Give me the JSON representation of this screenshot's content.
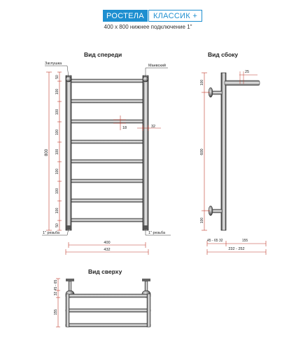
{
  "header": {
    "brand": "РОСТЕЛА",
    "model": "КЛАССИК +",
    "subtitle": "400 х 800 нижнее подключение 1\""
  },
  "views": {
    "front": "Вид спереди",
    "side": "Вид сбоку",
    "top": "Вид сверху"
  },
  "front": {
    "plug_label": "Заглушка",
    "valve_label": "Маевский",
    "thread_left": "1\" резьба",
    "thread_right": "1\" резьба",
    "height_dim": "800",
    "edge_dim_top": "50",
    "edge_dim_bottom": "50",
    "spacings": [
      "100",
      "100",
      "100",
      "100",
      "100",
      "100",
      "100"
    ],
    "rung_dim": "18",
    "tube_dim": "32",
    "inner_width": "400",
    "outer_width": "432"
  },
  "side": {
    "offset_dim": "25",
    "top_dim": "100",
    "mid_dim": "600",
    "bottom_dim": "100",
    "bracket_dims": "45 - 65 32",
    "depth_dim": "155",
    "total_depth": "232 - 252"
  },
  "top": {
    "dim_1": "32 45 - 65",
    "dim_2": "155"
  }
}
